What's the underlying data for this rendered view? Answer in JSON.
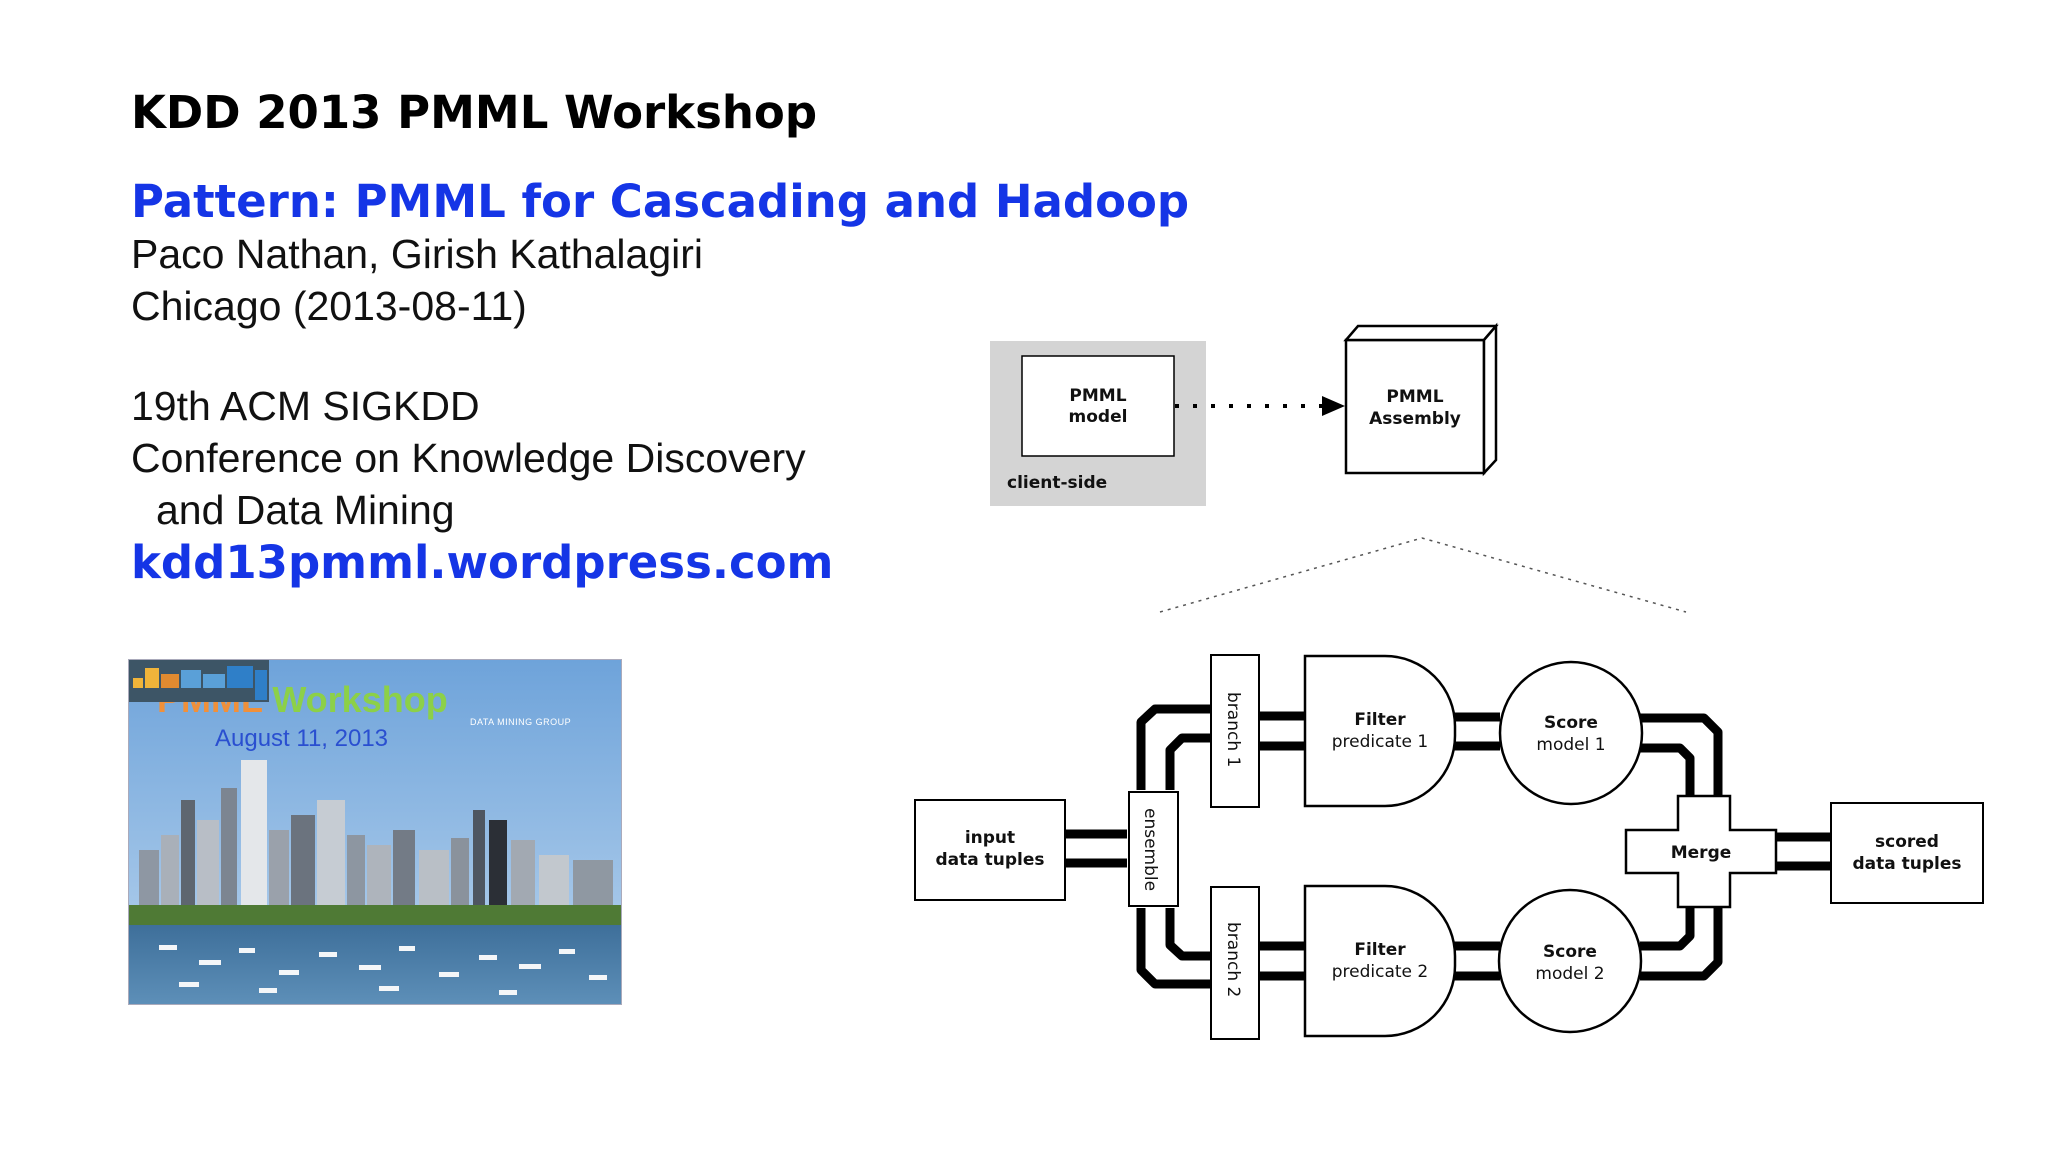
{
  "slide": {
    "title": "KDD 2013 PMML Workshop",
    "talk_title": "Pattern: PMML for Cascading and Hadoop",
    "authors": "Paco Nathan, Girish Kathalagiri",
    "place_date": "Chicago (2013-08-11)",
    "conference_line1": "19th ACM SIGKDD",
    "conference_line2": "Conference on Knowledge Discovery",
    "conference_line3": "and Data Mining",
    "url": "kdd13pmml.wordpress.com"
  },
  "photo": {
    "title_pmml": "PMML",
    "title_workshop": "Workshop",
    "date": "August 11, 2013",
    "logo_text": "DATA MINING GROUP"
  },
  "diagram": {
    "pmml_model_line1": "PMML",
    "pmml_model_line2": "model",
    "client_side": "client-side",
    "assembly_line1": "PMML",
    "assembly_line2": "Assembly",
    "input_line1": "input",
    "input_line2": "data tuples",
    "ensemble": "ensemble",
    "branch1": "branch 1",
    "branch2": "branch 2",
    "filter1_line1": "Filter",
    "filter1_line2": "predicate 1",
    "filter2_line1": "Filter",
    "filter2_line2": "predicate 2",
    "score1_line1": "Score",
    "score1_line2": "model 1",
    "score2_line1": "Score",
    "score2_line2": "model 2",
    "merge": "Merge",
    "output_line1": "scored",
    "output_line2": "data tuples"
  },
  "colors": {
    "accent_blue": "#1535e6",
    "text": "#111111",
    "client_side_bg": "#d4d4d4"
  }
}
